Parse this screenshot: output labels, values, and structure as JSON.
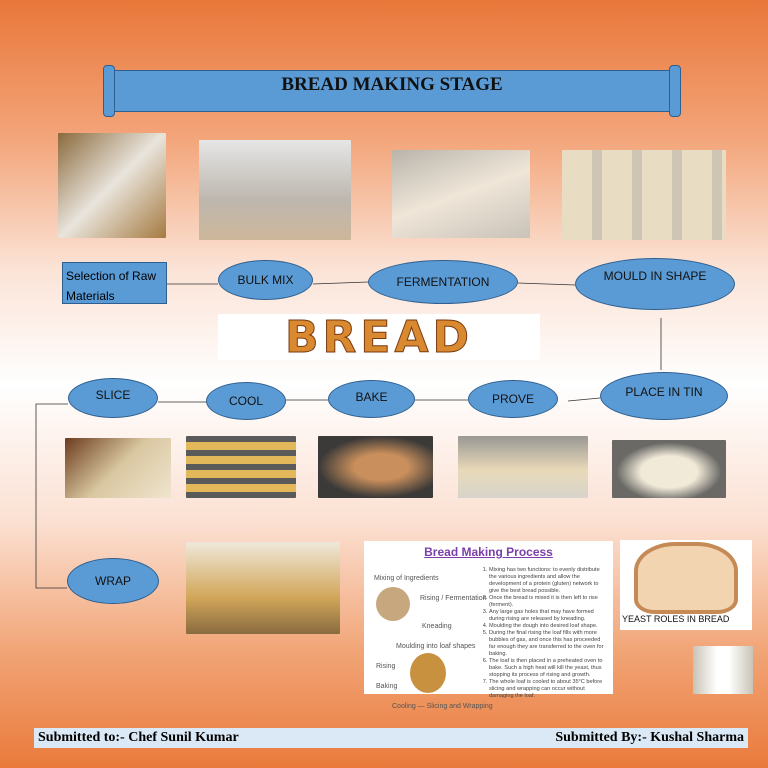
{
  "title": "BREAD MAKING STAGE",
  "bread_word": "BREAD",
  "steps": {
    "raw": "Selection of Raw Materials",
    "bulk": "BULK MIX",
    "ferment": "FERMENTATION",
    "mould": "MOULD IN SHAPE",
    "tin": "PLACE IN TIN",
    "prove": "PROVE",
    "bake": "BAKE",
    "cool": "COOL",
    "slice": "SLICE",
    "wrap": "WRAP"
  },
  "infographic": {
    "title": "Bread Making Process",
    "labels": [
      "Mixing of Ingredients",
      "Rising / Fermentation",
      "Kneading",
      "Moulding into loaf shapes",
      "Rising",
      "Baking",
      "Cooling — Slicing and Wrapping"
    ],
    "items": [
      "Mixing has two functions: to evenly distribute the various ingredients and allow the development of a protein (gluten) network to give the best bread possible.",
      "Once the bread is mixed it is then left to rise (ferment).",
      "Any large gas holes that may have formed during rising are released by kneading.",
      "Moulding the dough into desired loaf shape.",
      "During the final rising the loaf fills with more bubbles of gas, and once this has proceeded far enough they are transferred to the oven for baking.",
      "The loaf is then placed in a preheated oven to bake. Such a high heat will kill the yeast, thus stopping its process of rising and growth.",
      "The whole loaf is cooled to about 35°C before slicing and wrapping can occur without damaging the loaf."
    ]
  },
  "yeast_label": "YEAST ROLES IN BREAD",
  "footer": {
    "to": "Submitted to:- Chef Sunil Kumar",
    "by": "Submitted By:- Kushal Sharma"
  },
  "colors": {
    "shape_fill": "#5b9bd5",
    "bg_orange": "#e9773a"
  }
}
